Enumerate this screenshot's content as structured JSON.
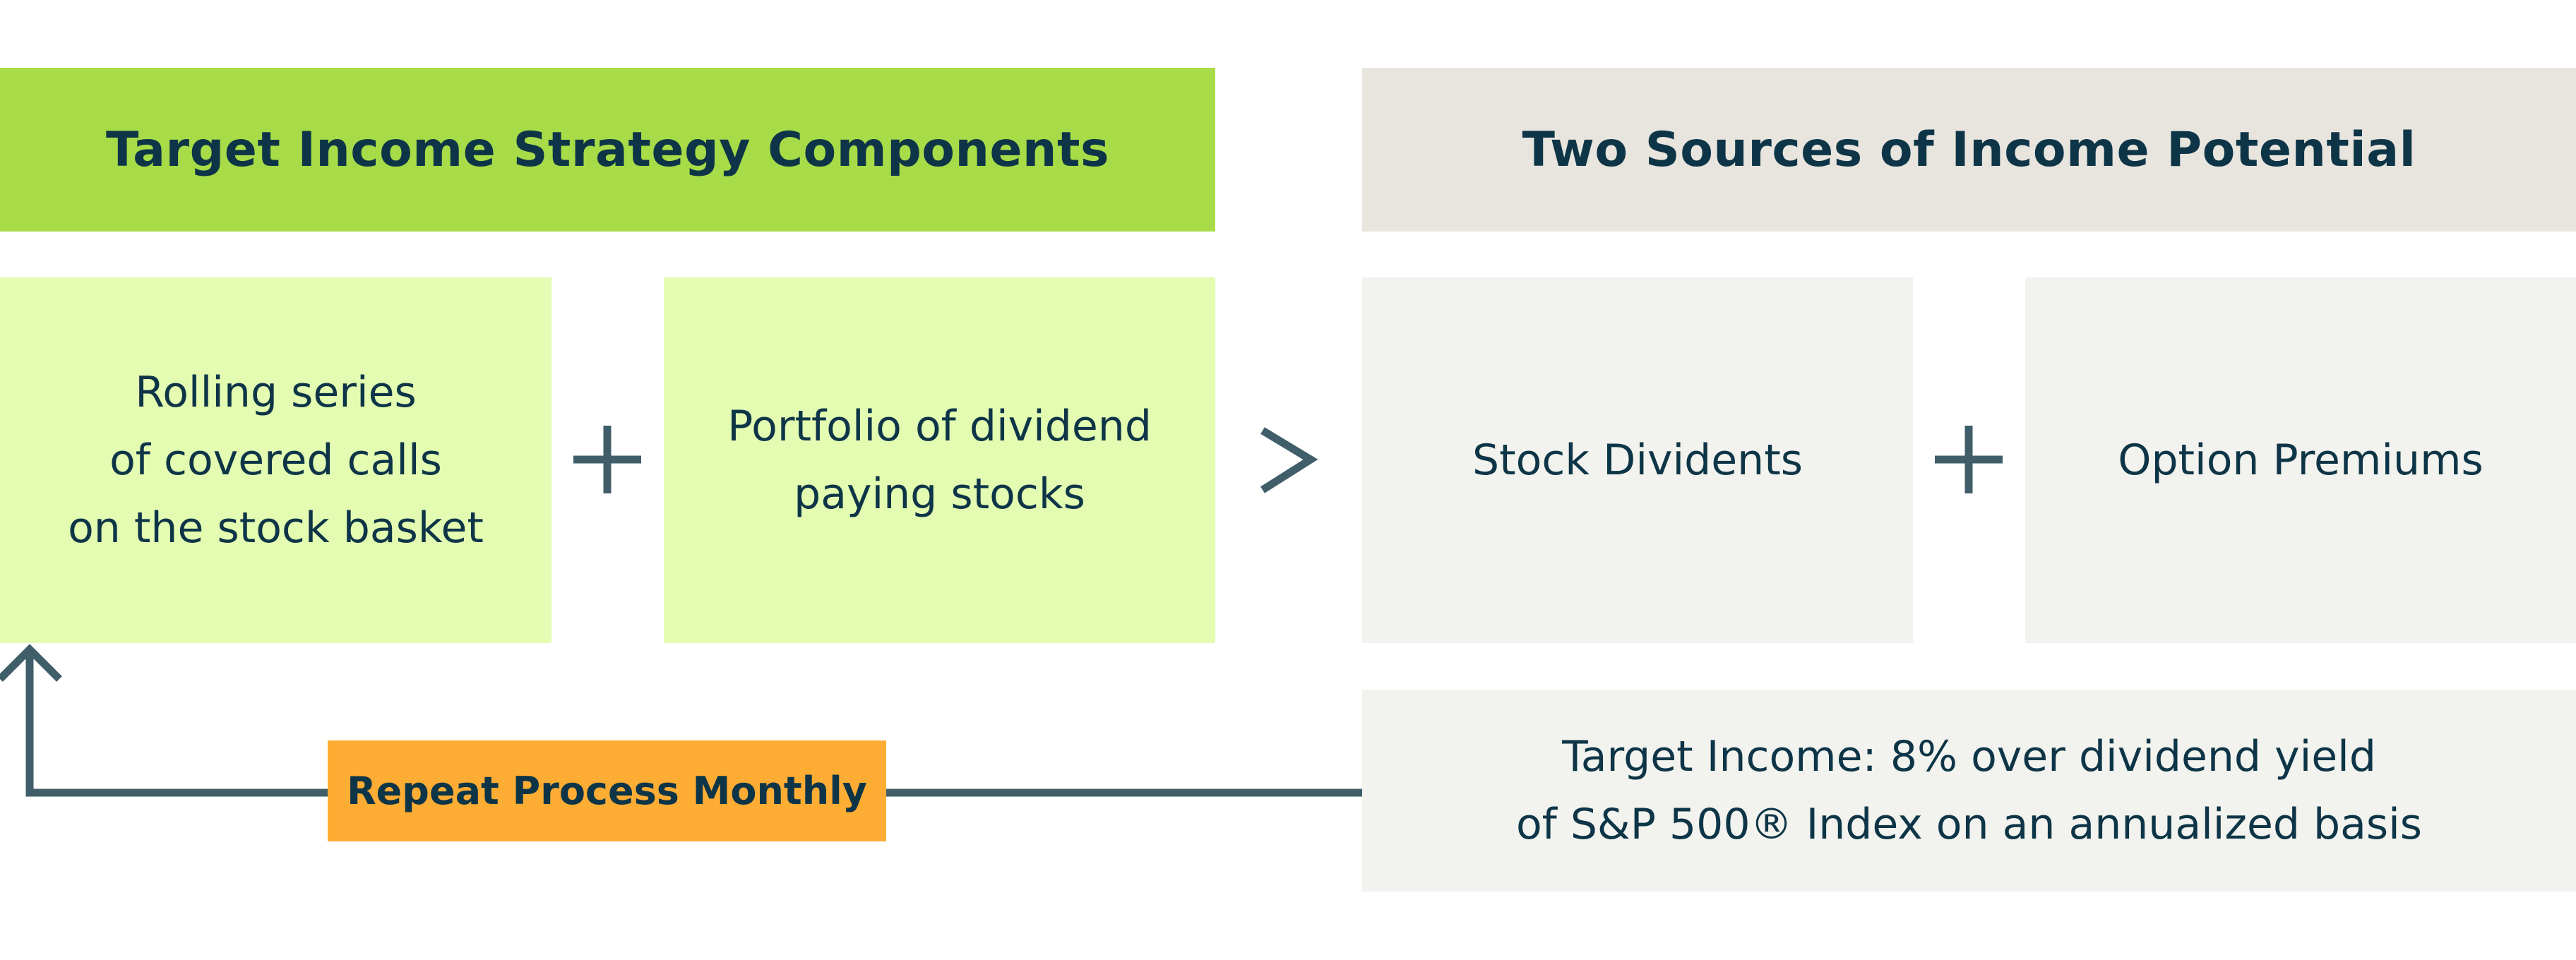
{
  "diagram": {
    "left_header": "Target Income Strategy Components",
    "right_header": "Two Sources of Income Potential",
    "components": [
      "Rolling series\nof covered calls\non the stock basket",
      "Portfolio of dividend\npaying stocks"
    ],
    "sources": [
      "Stock Dividents",
      "Option Premiums"
    ],
    "target_income": "Target Income: 8% over dividend yield\nof S&P 500® Index on an annualized basis",
    "loop_label": "Repeat Process Monthly",
    "colors": {
      "text": "#0e3547",
      "connector": "#3f5e69",
      "header_green": "#a7dc48",
      "box_green": "#e3fcb2",
      "header_gray": "#e8e5de",
      "box_gray": "#f2f3ee",
      "loop_orange": "#fdac34"
    }
  }
}
